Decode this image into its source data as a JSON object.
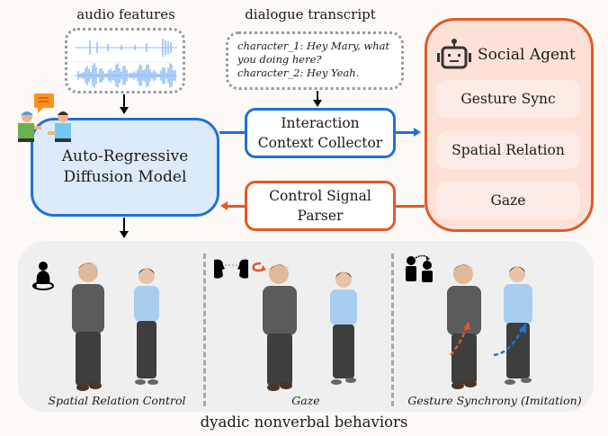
{
  "inputs": {
    "audio_label": "audio features",
    "transcript_label": "dialogue transcript",
    "transcript_lines": [
      "character_1:  Hey Mary, what",
      "you doing here?",
      "character_2:  Hey Yeah."
    ]
  },
  "model": {
    "line1": "Auto-Regressive",
    "line2": "Diffusion Model",
    "icon": "two-people-conversation-icon"
  },
  "collector": {
    "line1": "Interaction",
    "line2": "Context Collector"
  },
  "parser": {
    "line1": "Control Signal",
    "line2": "Parser"
  },
  "agent": {
    "title": "Social Agent",
    "icon": "robot-icon",
    "items": [
      "Gesture Sync",
      "Spatial Relation",
      "Gaze"
    ]
  },
  "behaviors": {
    "panels": [
      {
        "caption": "Spatial Relation Control",
        "icon": "person-rotate-icon"
      },
      {
        "caption": "Gaze",
        "icon": "face-to-face-gaze-icon"
      },
      {
        "caption": "Gesture Synchrony (Imitation)",
        "icon": "imitation-icon"
      }
    ],
    "footer": "dyadic nonverbal behaviors"
  },
  "colors": {
    "blue": "#1f72d6",
    "orange": "#e35a24",
    "blue_fill": "#dcebfb",
    "agent_fill": "#fde1d6",
    "panel_fill": "#efefef"
  }
}
